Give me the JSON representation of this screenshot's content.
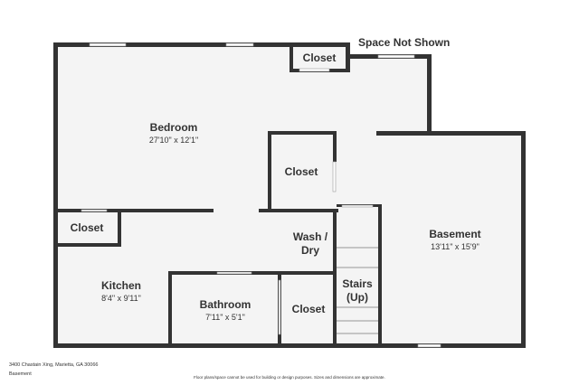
{
  "plan": {
    "space_not_shown": "Space Not Shown",
    "colors": {
      "wall": "#333333",
      "floor": "#f4f4f4",
      "window": "#ffffff",
      "text": "#333333"
    },
    "rooms": {
      "bedroom": {
        "name": "Bedroom",
        "dims": "27'10\" x 12'1\""
      },
      "closet_top": {
        "name": "Closet"
      },
      "closet_mid": {
        "name": "Closet"
      },
      "closet_left": {
        "name": "Closet"
      },
      "wash_dry": {
        "name_line1": "Wash /",
        "name_line2": "Dry"
      },
      "basement": {
        "name": "Basement",
        "dims": "13'11\" x 15'9\""
      },
      "kitchen": {
        "name": "Kitchen",
        "dims": "8'4\" x 9'11\""
      },
      "bathroom": {
        "name": "Bathroom",
        "dims": "7'11\" x 5'1\""
      },
      "closet_bottom": {
        "name": "Closet"
      },
      "stairs": {
        "name_line1": "Stairs",
        "name_line2": "(Up)"
      }
    }
  },
  "footer": {
    "address": "3400 Chastain Xing, Marietta, GA 30066",
    "level": "Basement",
    "disclaimer": "Floor plans/space cannot be used for building or design purposes. Sizes and dimensions are approximate."
  }
}
